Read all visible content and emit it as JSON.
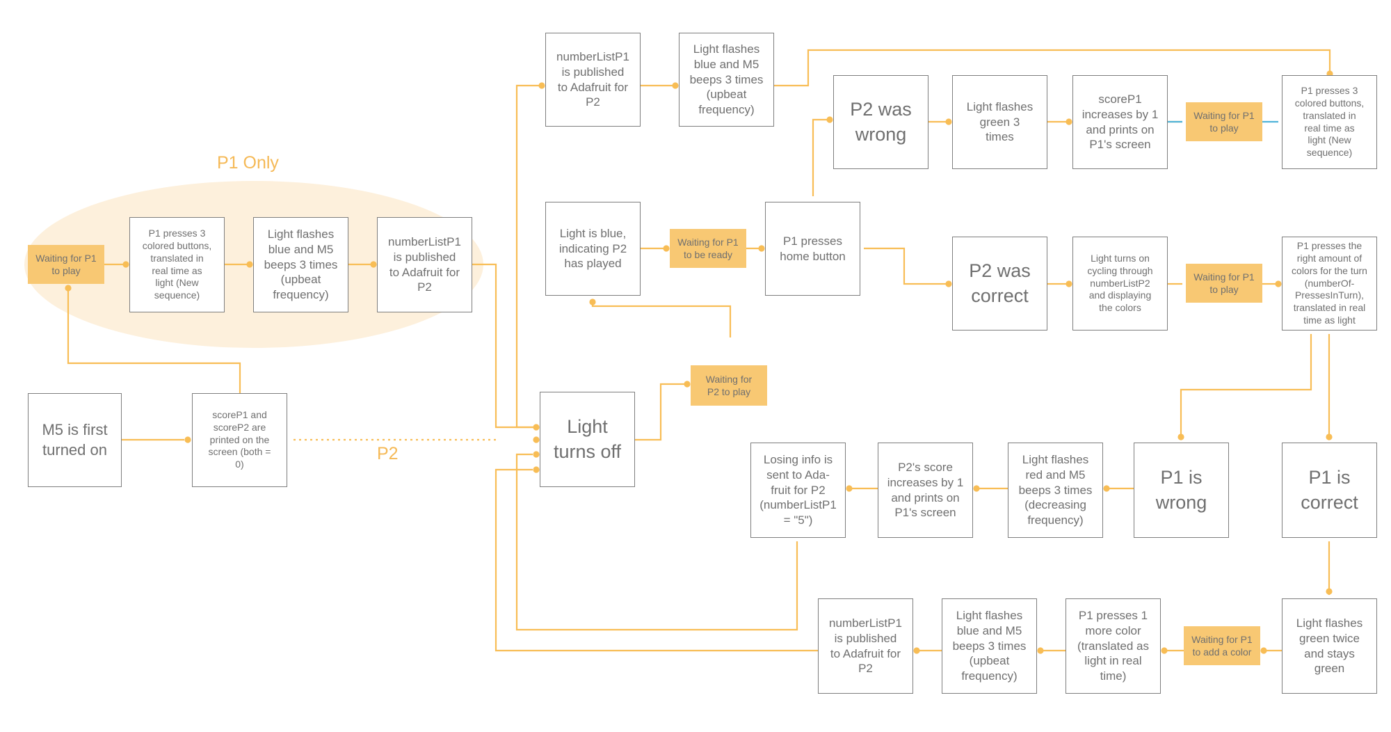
{
  "colors": {
    "line": "#f8bd55",
    "box_border": "#7d7d7d",
    "wait_fill": "#f8c873",
    "region_fill": "#fdf0dc",
    "text": "#6f6f6f",
    "label": "#f5b956",
    "accent": "#4fb3d9"
  },
  "labels": {
    "p1_only": "P1 Only",
    "p2": "P2"
  },
  "nodes": {
    "m5_on": "M5 is first\nturned on",
    "scores_printed": "scoreP1 and\nscoreP2 are\nprinted on the\nscreen (both =\n0)",
    "p1_wait_play_start": "Waiting for P1\nto play",
    "p1_press3_start": "P1 presses 3\ncolored buttons,\ntranslated in\nreal time as\nlight (New\nsequence)",
    "flash_blue_start": "Light flashes\nblue and M5\nbeeps 3 times\n(upbeat\nfrequency)",
    "publish_start": "numberListP1\nis published\nto Adafruit for\nP2",
    "publish_top": "numberListP1\nis published\nto Adafruit for\nP2",
    "flash_blue_top": "Light flashes\nblue and M5\nbeeps 3 times\n(upbeat\nfrequency)",
    "light_off": "Light\nturns off",
    "wait_p2_play": "Waiting for\nP2 to play",
    "light_blue": "Light is blue,\nindicating P2\nhas played",
    "wait_p1_ready": "Waiting for P1\nto be ready",
    "p1_home": "P1 presses\nhome button",
    "p2_wrong": "P2 was\nwrong",
    "flash_green3": "Light flashes\ngreen 3\ntimes",
    "score_p1_up": "scoreP1\nincreases by 1\nand prints on\nP1's screen",
    "wait_p1_play_top": "Waiting for P1\nto play",
    "p1_press3_top": "P1 presses 3\ncolored buttons,\ntranslated in\nreal time as\nlight (New\nsequence)",
    "p2_correct": "P2 was\ncorrect",
    "cycling": "Light turns on\ncycling through\nnumberListP2\nand displaying\nthe colors",
    "wait_p1_play_mid": "Waiting for P1\nto play",
    "p1_right_amount": "P1 presses the\nright amount of\ncolors for the turn\n(numberOf-\nPressesInTurn),\ntranslated in real\ntime as light",
    "p1_wrong": "P1 is\nwrong",
    "flash_red": "Light flashes\nred and M5\nbeeps 3 times\n(decreasing\nfrequency)",
    "p2_score_up": "P2's score\nincreases by 1\nand prints on\nP1's screen",
    "losing_info": "Losing info is\nsent to Ada-\nfruit for P2\n(numberListP1\n= \"5\")",
    "p1_correct": "P1 is\ncorrect",
    "flash_green2": "Light flashes\ngreen twice\nand stays\ngreen",
    "wait_p1_add": "Waiting for P1\nto add a color",
    "p1_press1": "P1 presses 1\nmore color\n(translated as\nlight in real\ntime)",
    "flash_blue_bottom": "Light flashes\nblue and M5\nbeeps 3 times\n(upbeat\nfrequency)",
    "publish_bottom": "numberListP1\nis published\nto Adafruit for\nP2"
  }
}
